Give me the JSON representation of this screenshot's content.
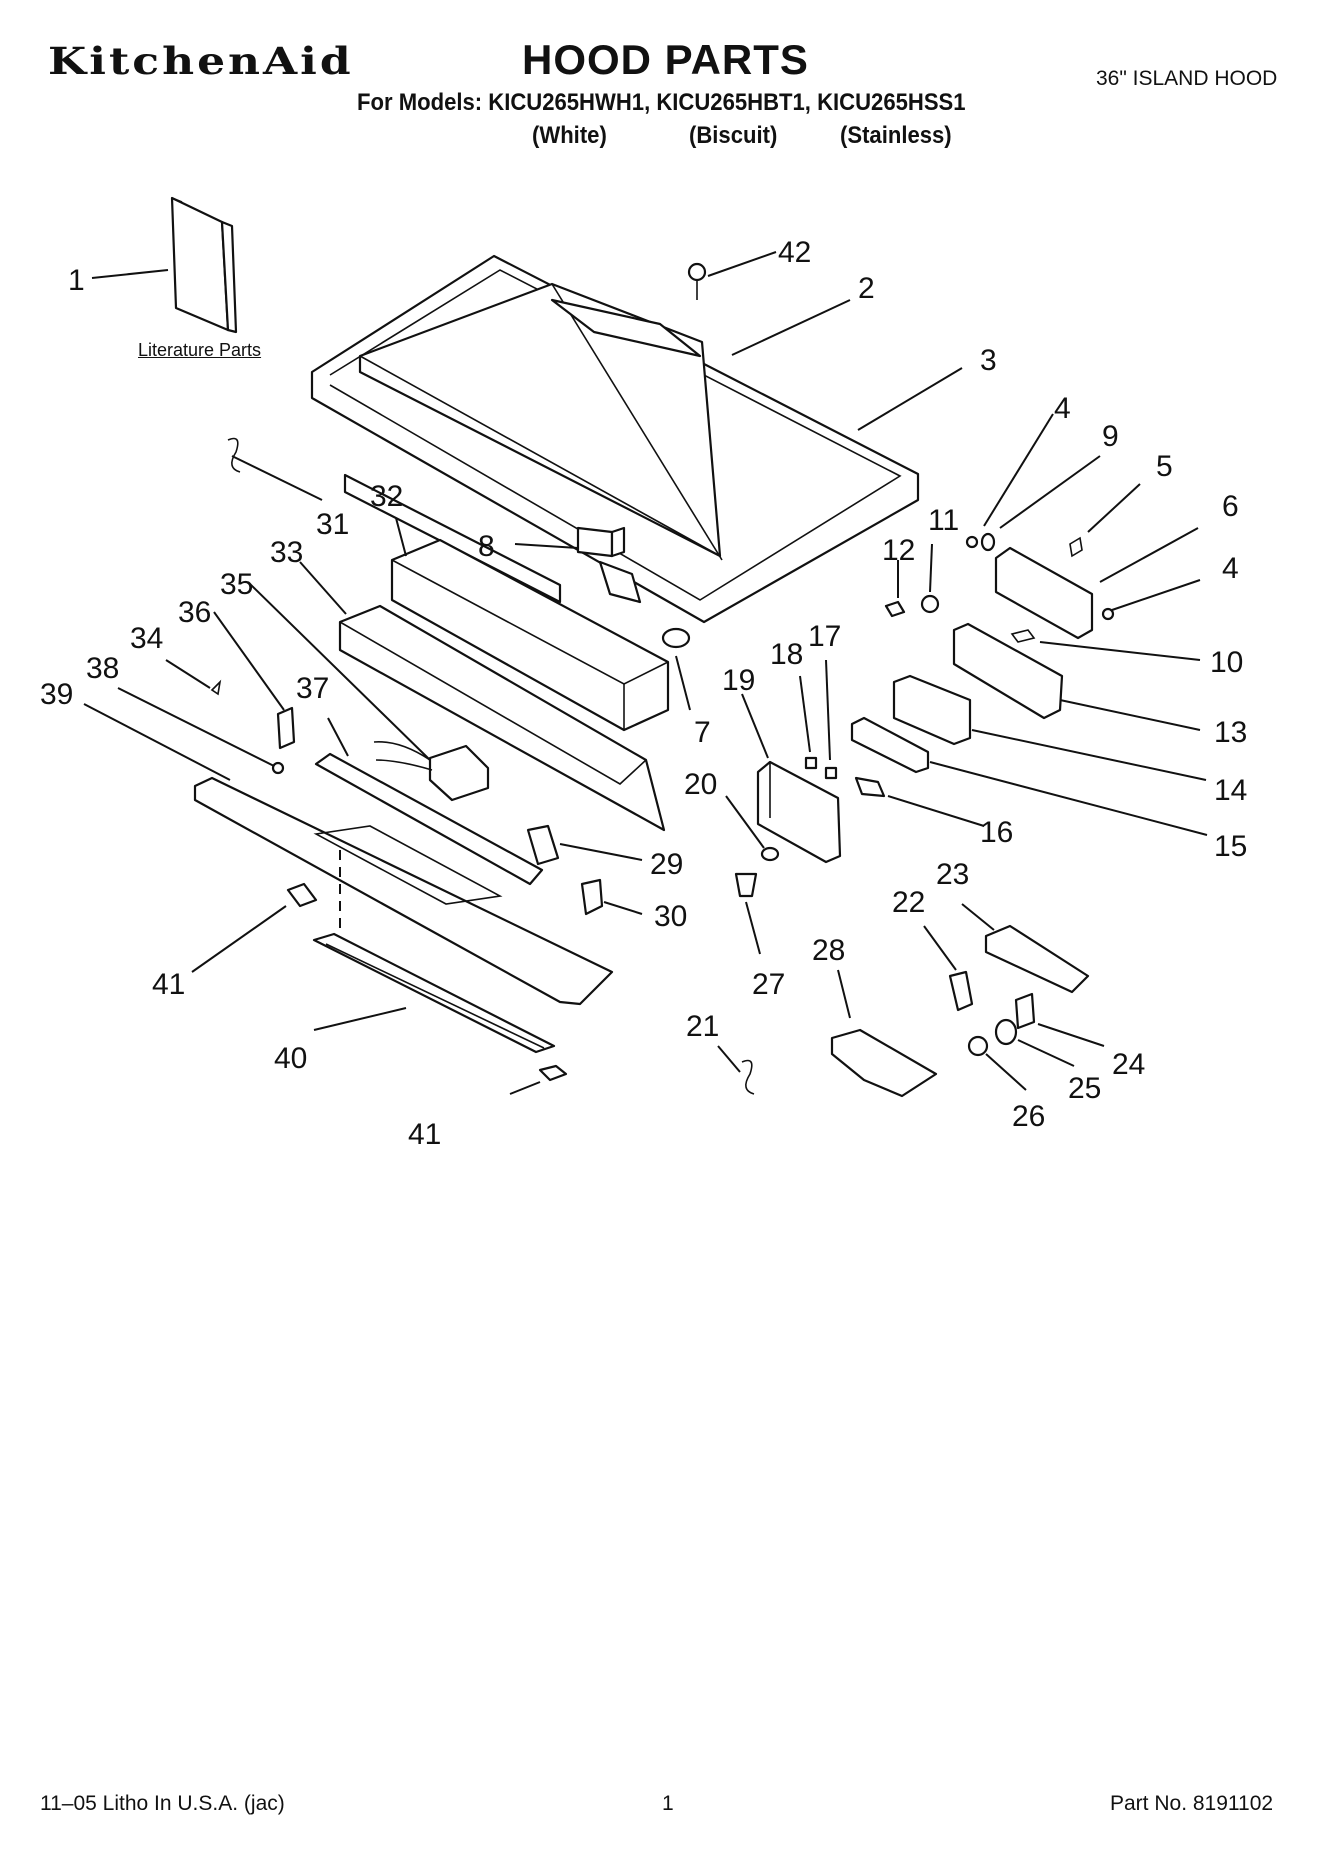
{
  "header": {
    "brand": "KitchenAid",
    "title": "HOOD PARTS",
    "hood_type": "36\" ISLAND HOOD",
    "models_line": "For Models: KICU265HWH1, KICU265HBT1, KICU265HSS1",
    "variants": [
      "(White)",
      "(Biscuit)",
      "(Stainless)"
    ]
  },
  "diagram": {
    "literature_label": "Literature Parts",
    "callouts": [
      "1",
      "2",
      "3",
      "4",
      "9",
      "5",
      "6",
      "4",
      "10",
      "11",
      "12",
      "13",
      "14",
      "15",
      "16",
      "17",
      "18",
      "19",
      "20",
      "7",
      "8",
      "31",
      "32",
      "33",
      "35",
      "36",
      "34",
      "38",
      "39",
      "37",
      "29",
      "30",
      "27",
      "28",
      "23",
      "22",
      "24",
      "25",
      "26",
      "21",
      "41",
      "40",
      "41",
      "42"
    ]
  },
  "footer": {
    "litho": "11–05 Litho In U.S.A. (jac)",
    "page": "1",
    "part_no": "Part No. 8191102"
  }
}
